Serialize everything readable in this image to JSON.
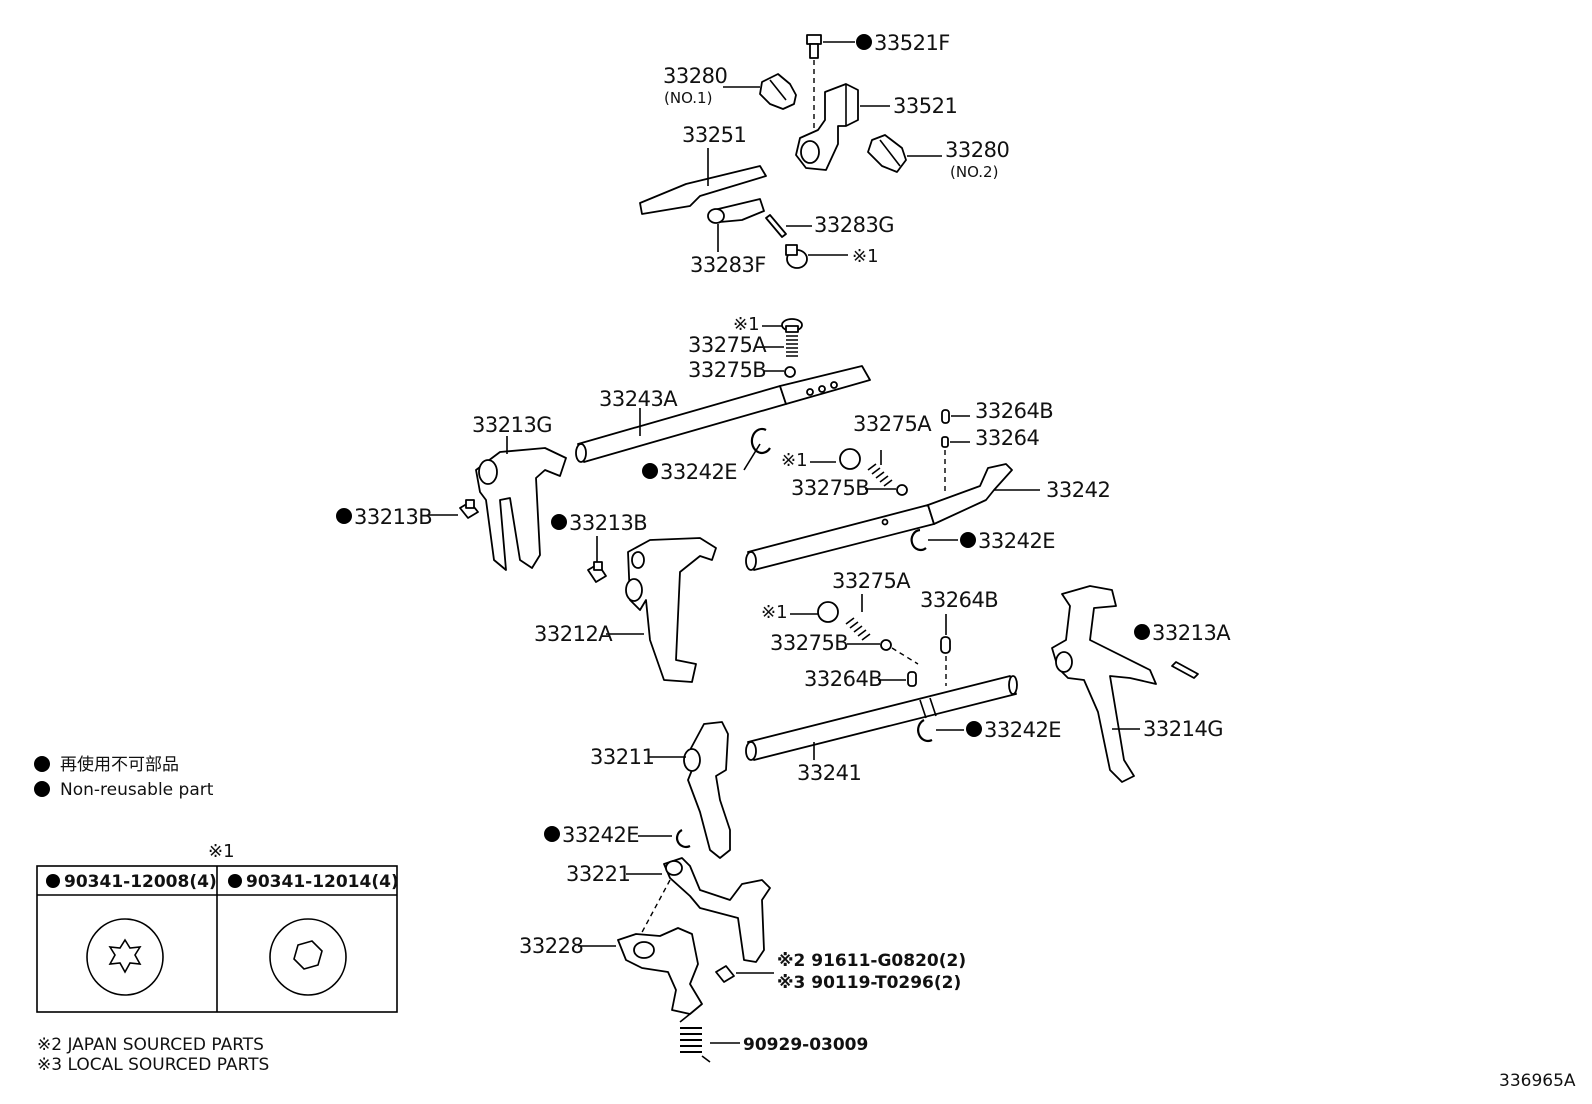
{
  "labels": {
    "p33521F": "33521F",
    "p33280_1": "33280",
    "p33280_1_sub": "(NO.1)",
    "p33521": "33521",
    "p33251": "33251",
    "p33280_2": "33280",
    "p33280_2_sub": "(NO.2)",
    "p33283G": "33283G",
    "ref1_a": "※1",
    "p33283F": "33283F",
    "ref1_b": "※1",
    "p33275A_a": "33275A",
    "p33275B_a": "33275B",
    "p33243A": "33243A",
    "p33213G": "33213G",
    "p33242E_a": "33242E",
    "p33275A_b": "33275A",
    "p33264B_a": "33264B",
    "p33264": "33264",
    "ref1_c": "※1",
    "p33275B_b": "33275B",
    "p33242": "33242",
    "p33213B_a": "33213B",
    "p33213B_b": "33213B",
    "p33242E_b": "33242E",
    "p33275A_c": "33275A",
    "ref1_d": "※1",
    "p33264B_b": "33264B",
    "p33275B_c": "33275B",
    "p33213A": "33213A",
    "p33212A": "33212A",
    "p33264B_c": "33264B",
    "p33242E_c": "33242E",
    "p33214G": "33214G",
    "p33211": "33211",
    "p33241": "33241",
    "p33242E_d": "33242E",
    "p33221": "33221",
    "p33228": "33228",
    "p91611": "※2 91611-G0820(2)",
    "p90119": "※3 90119-T0296(2)",
    "p90929": "90929-03009",
    "diagram_id": "336965A"
  },
  "legend": {
    "line1": "再使用不可部品",
    "line2": "Non-reusable part"
  },
  "ref_table": {
    "header_mark": "※1",
    "col1": "90341-12008(4)",
    "col2": "90341-12014(4)"
  },
  "notes": {
    "japan": "※2 JAPAN SOURCED PARTS",
    "local": "※3 LOCAL SOURCED PARTS"
  }
}
